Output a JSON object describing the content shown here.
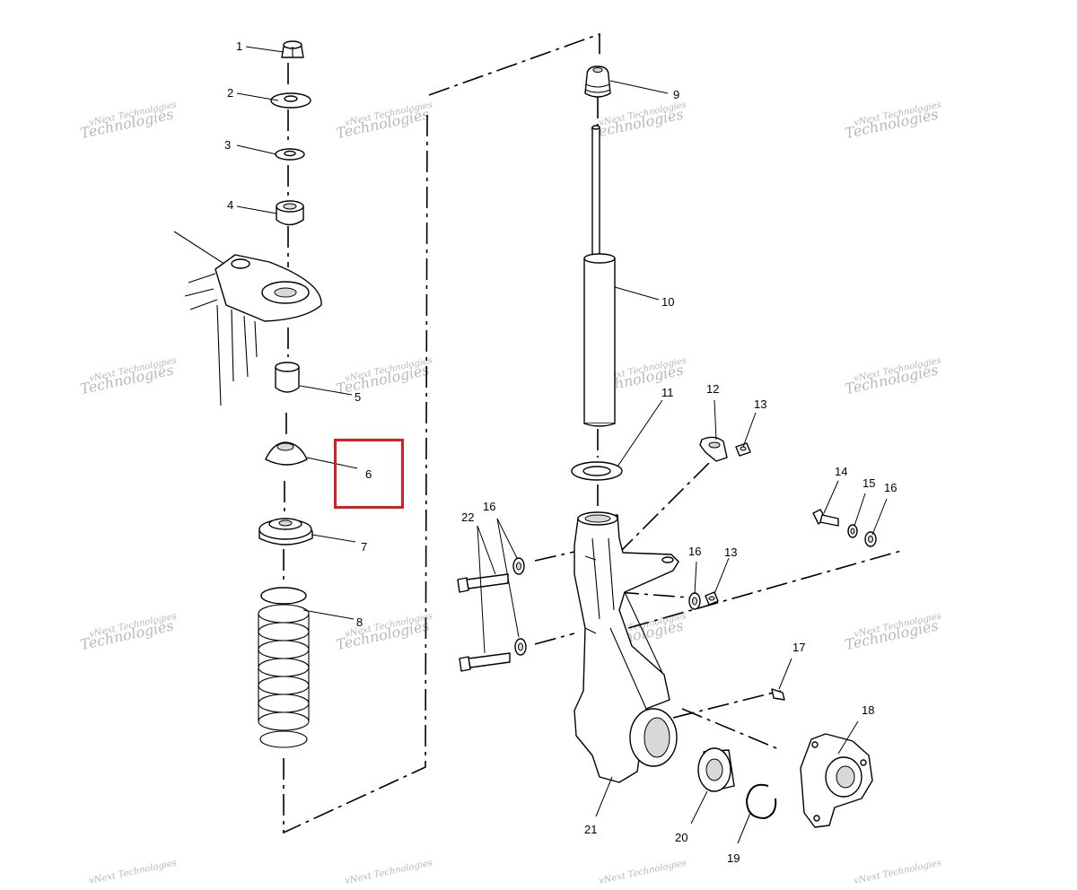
{
  "watermark": {
    "line1": "vNext Technologies",
    "line2": "vNext",
    "line3": "Technologies"
  },
  "callouts": [
    {
      "id": "c1",
      "label": "1"
    },
    {
      "id": "c2",
      "label": "2"
    },
    {
      "id": "c3",
      "label": "3"
    },
    {
      "id": "c4",
      "label": "4"
    },
    {
      "id": "c5",
      "label": "5"
    },
    {
      "id": "c6",
      "label": "6"
    },
    {
      "id": "c7",
      "label": "7"
    },
    {
      "id": "c8",
      "label": "8"
    },
    {
      "id": "c9",
      "label": "9"
    },
    {
      "id": "c10",
      "label": "10"
    },
    {
      "id": "c11",
      "label": "11"
    },
    {
      "id": "c12",
      "label": "12"
    },
    {
      "id": "c13a",
      "label": "13"
    },
    {
      "id": "c13b",
      "label": "13"
    },
    {
      "id": "c14",
      "label": "14"
    },
    {
      "id": "c15",
      "label": "15"
    },
    {
      "id": "c16a",
      "label": "16"
    },
    {
      "id": "c16b",
      "label": "16"
    },
    {
      "id": "c16c",
      "label": "16"
    },
    {
      "id": "c17",
      "label": "17"
    },
    {
      "id": "c18",
      "label": "18"
    },
    {
      "id": "c19",
      "label": "19"
    },
    {
      "id": "c20",
      "label": "20"
    },
    {
      "id": "c21",
      "label": "21"
    },
    {
      "id": "c22",
      "label": "22"
    }
  ],
  "highlight": {
    "target_label": "6",
    "color": "#d62020"
  }
}
